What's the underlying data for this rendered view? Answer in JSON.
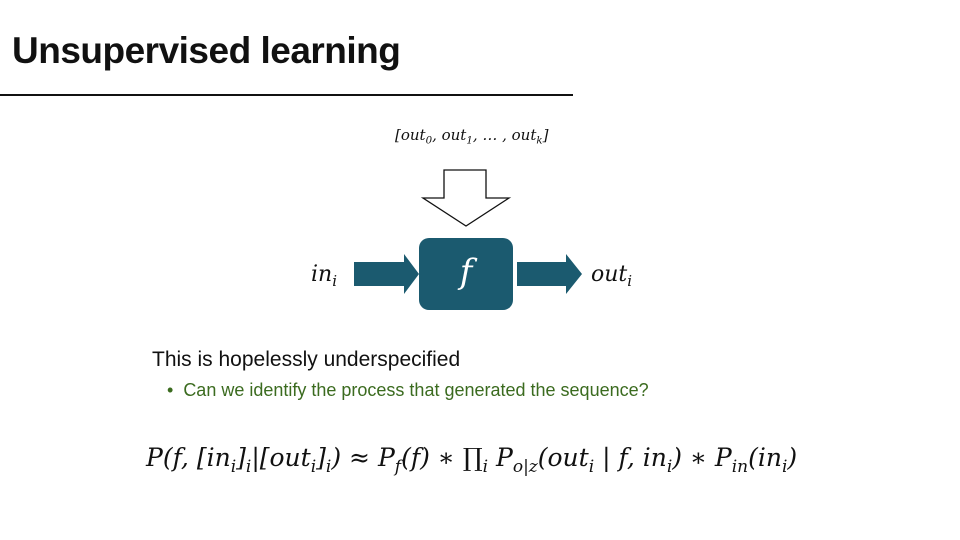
{
  "slide": {
    "title": "Unsupervised learning",
    "diagram": {
      "top_label": [
        {
          "t": "[out",
          "s": "0"
        },
        {
          "t": ", out",
          "s": "1"
        },
        {
          "t": ", … , out",
          "s": "k"
        },
        {
          "t": "]",
          "s": ""
        }
      ],
      "input_label": {
        "t": "in",
        "s": "i"
      },
      "function_label": "f",
      "output_label": {
        "t": "out",
        "s": "i"
      },
      "box_color": "#1b5a6f"
    },
    "main_text": "This is hopelessly underspecified",
    "bullet_marker": "•",
    "bullet_text": "Can we identify the process that generated the sequence?",
    "bullet_color": "#3b6b1f",
    "formula": [
      {
        "t": "P(f, [in",
        "s": "i"
      },
      {
        "t": "]",
        "s": "i"
      },
      {
        "t": "|[out",
        "s": "i"
      },
      {
        "t": "]",
        "s": "i"
      },
      {
        "t": ") ≈ P",
        "s": "f"
      },
      {
        "t": "(f) ∗ ∏",
        "s": "i"
      },
      {
        "t": " P",
        "s": "o|z"
      },
      {
        "t": "(out",
        "s": "i"
      },
      {
        "t": " | f, in",
        "s": "i"
      },
      {
        "t": ") ∗ P",
        "s": "in"
      },
      {
        "t": "(in",
        "s": "i"
      },
      {
        "t": ")",
        "s": ""
      }
    ]
  }
}
